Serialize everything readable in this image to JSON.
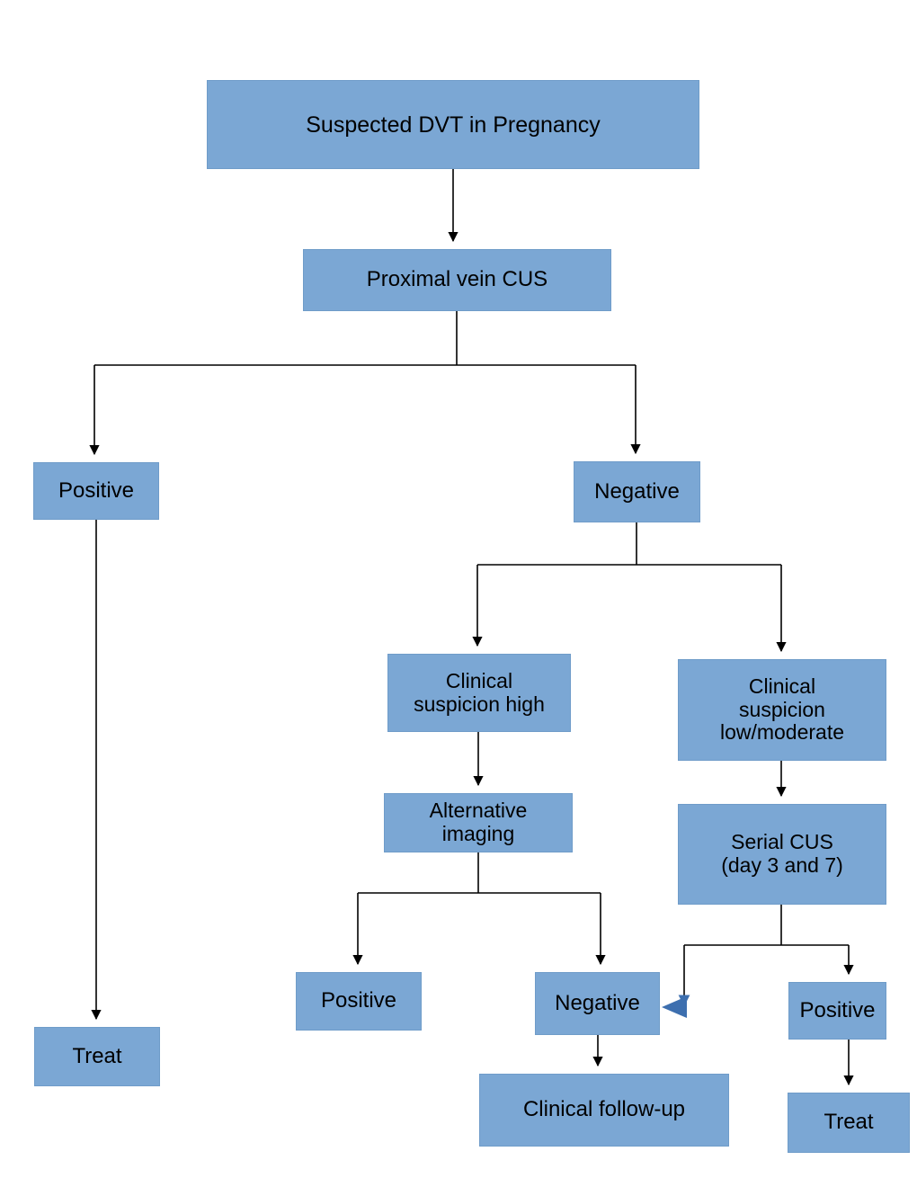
{
  "diagram": {
    "title": "Suspected DVT in Pregnancy diagnostic algorithm",
    "colors": {
      "node_fill": "#7BA7D4",
      "node_border": "#6F9CC9",
      "edge_line": "#000000",
      "highlight_arrowhead": "#3D6FAF",
      "background": "#FFFFFF",
      "text": "#000000"
    },
    "nodes": {
      "root": "Suspected DVT in Pregnancy",
      "proximal_cus": "Proximal vein CUS",
      "positive_1": "Positive",
      "negative_1": "Negative",
      "suspicion_high": "Clinical\nsuspicion high",
      "suspicion_low_moderate": "Clinical\nsuspicion\nlow/moderate",
      "alternative_imaging": "Alternative\nimaging",
      "serial_cus": "Serial CUS\n(day 3 and 7)",
      "positive_2": "Positive",
      "negative_2": "Negative",
      "positive_3": "Positive",
      "treat_1": "Treat",
      "clinical_followup": "Clinical follow-up",
      "treat_2": "Treat"
    },
    "edges": [
      {
        "from": "root",
        "to": "proximal_cus",
        "arrow": "black"
      },
      {
        "from": "proximal_cus",
        "to": "positive_1",
        "arrow": "black"
      },
      {
        "from": "proximal_cus",
        "to": "negative_1",
        "arrow": "black"
      },
      {
        "from": "positive_1",
        "to": "treat_1",
        "arrow": "black"
      },
      {
        "from": "negative_1",
        "to": "suspicion_high",
        "arrow": "black"
      },
      {
        "from": "negative_1",
        "to": "suspicion_low_moderate",
        "arrow": "black"
      },
      {
        "from": "suspicion_high",
        "to": "alternative_imaging",
        "arrow": "black"
      },
      {
        "from": "suspicion_low_moderate",
        "to": "serial_cus",
        "arrow": "black"
      },
      {
        "from": "alternative_imaging",
        "to": "positive_2",
        "arrow": "black"
      },
      {
        "from": "alternative_imaging",
        "to": "negative_2",
        "arrow": "black"
      },
      {
        "from": "serial_cus",
        "to": "negative_2",
        "arrow": "blue"
      },
      {
        "from": "serial_cus",
        "to": "positive_3",
        "arrow": "black"
      },
      {
        "from": "negative_2",
        "to": "clinical_followup",
        "arrow": "black"
      },
      {
        "from": "positive_3",
        "to": "treat_2",
        "arrow": "black"
      }
    ]
  }
}
